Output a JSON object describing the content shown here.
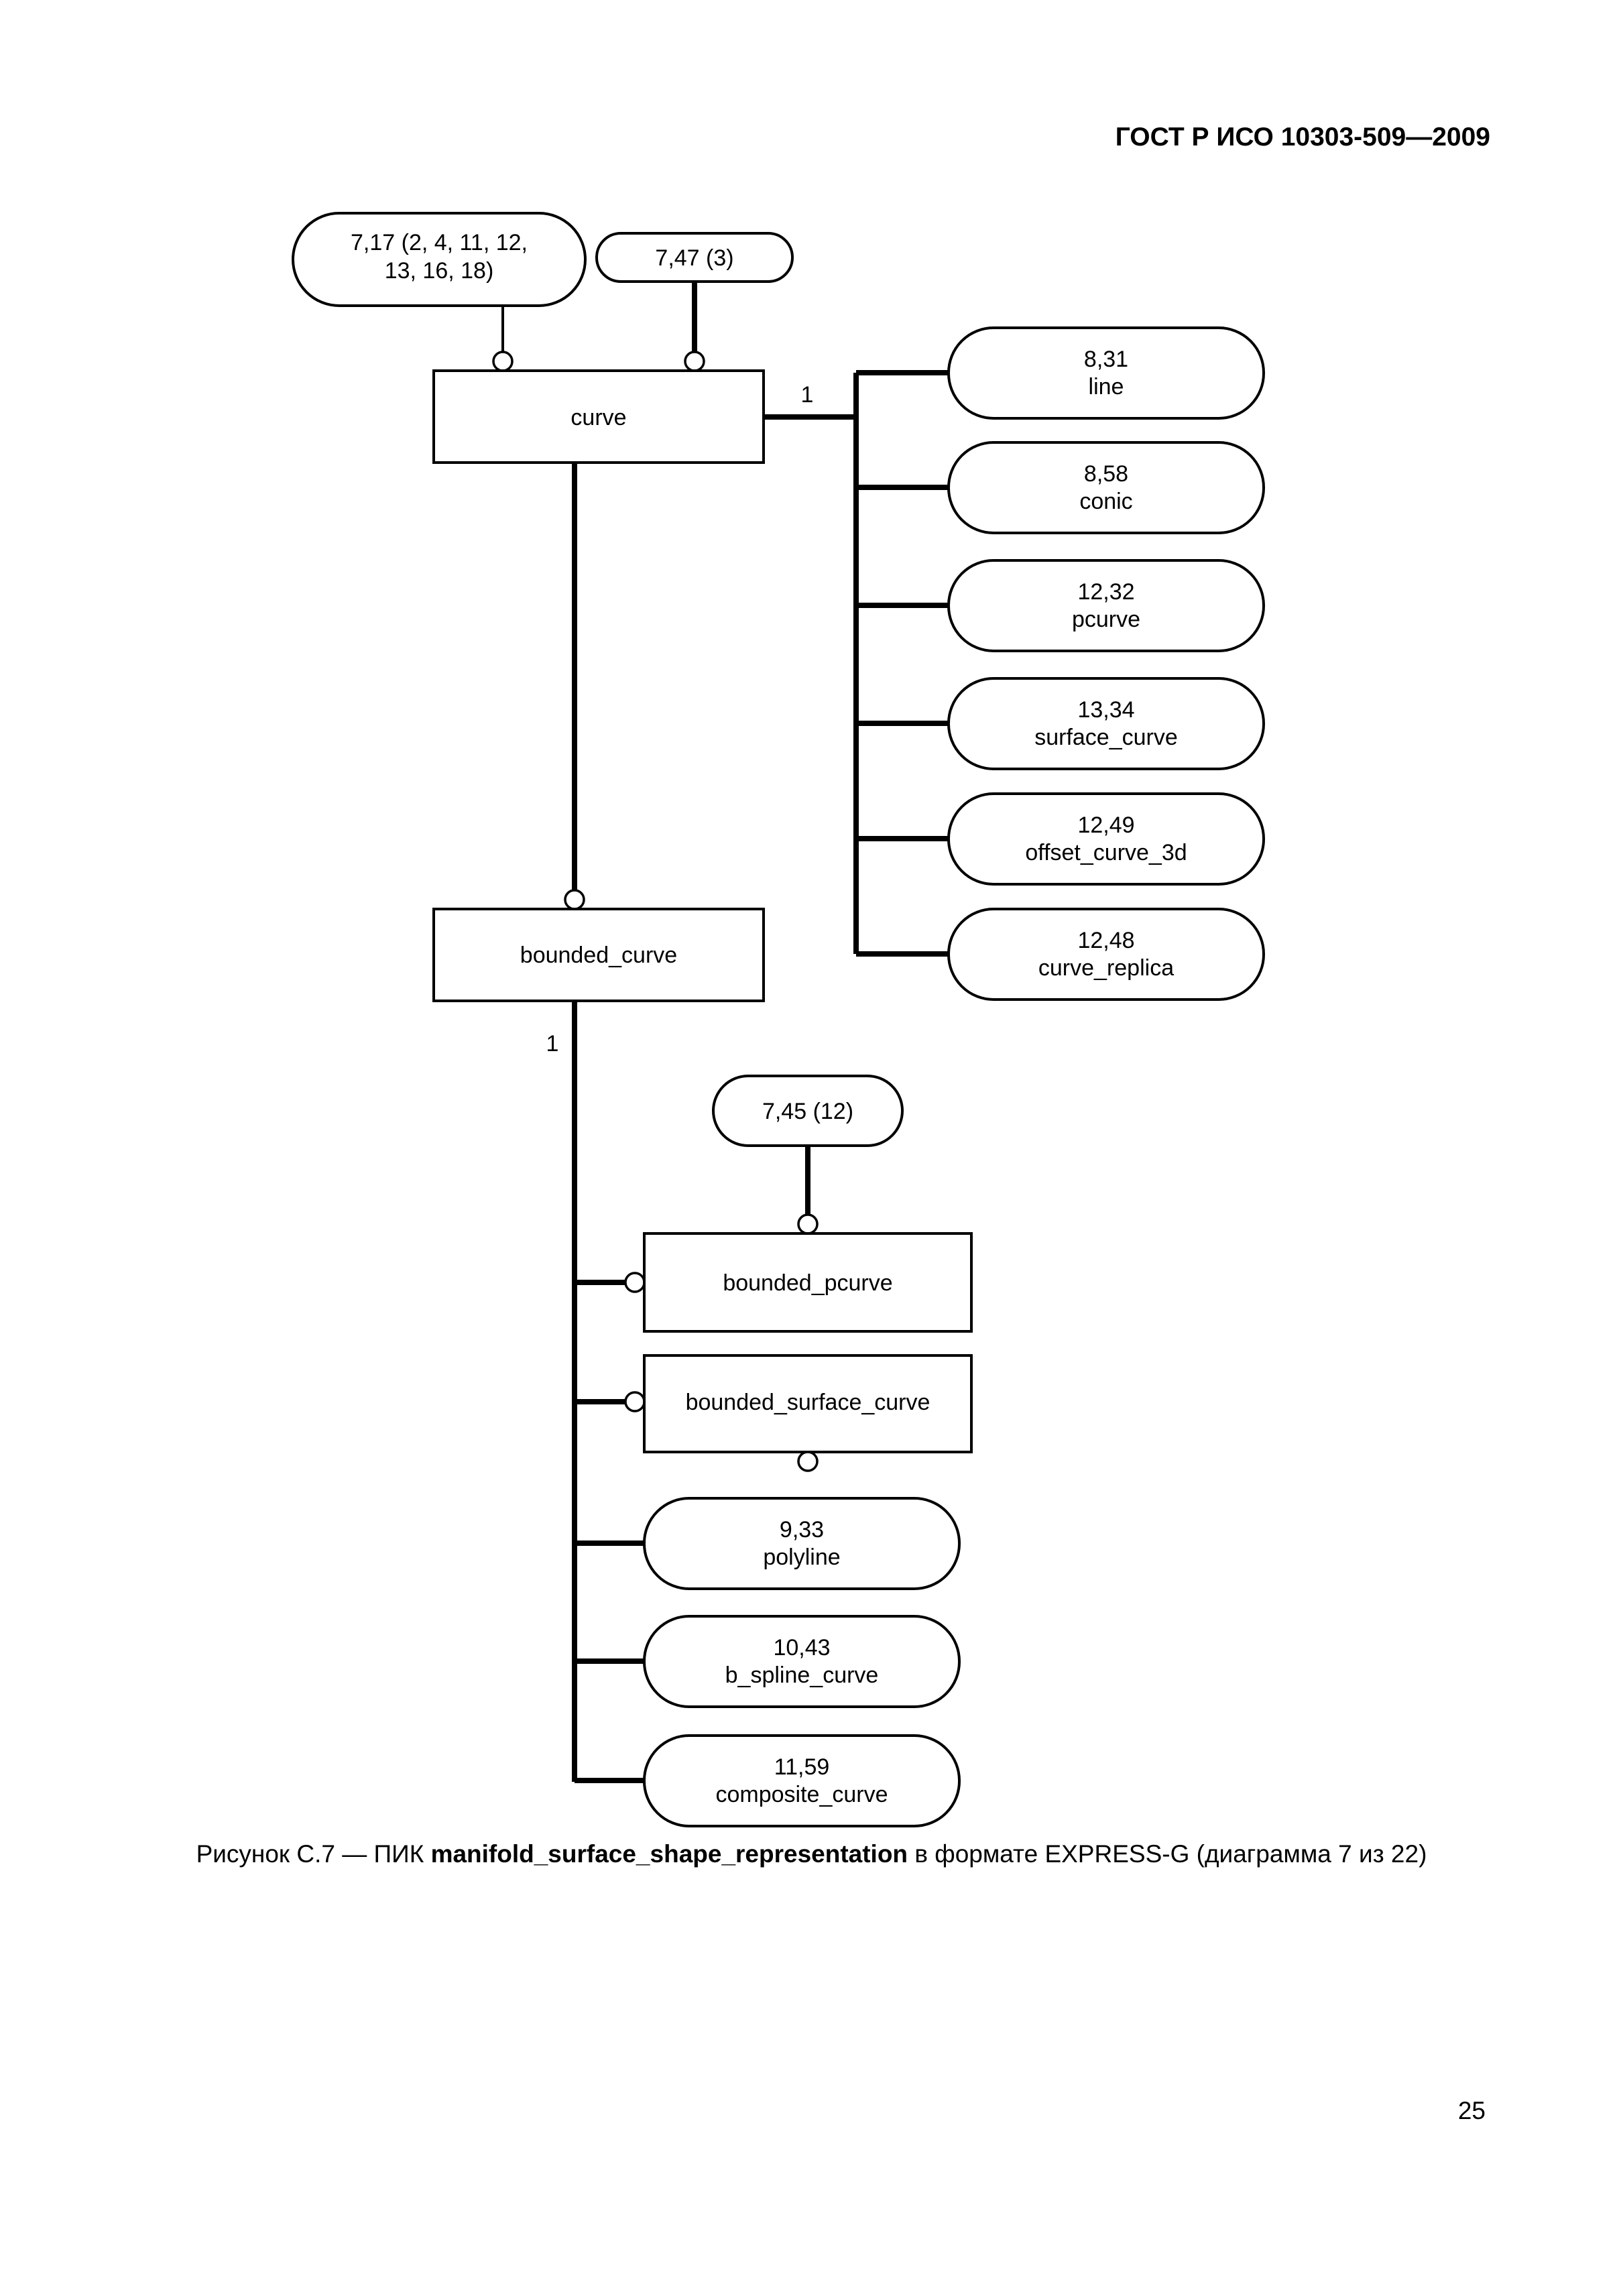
{
  "header": {
    "standard": "ГОСТ Р ИСО 10303-509—2009"
  },
  "diagram": {
    "refs": {
      "top_left": {
        "line1": "7,17 (2, 4, 11, 12,",
        "line2": "13, 16, 18)"
      },
      "top_right": {
        "text": "7,47 (3)"
      },
      "mid": {
        "text": "7,45 (12)"
      }
    },
    "entities": {
      "curve": "curve",
      "bounded_curve": "bounded_curve",
      "bounded_pcurve": "bounded_pcurve",
      "bounded_surface_curve": "bounded_surface_curve"
    },
    "cardinality": {
      "curve_one": "1",
      "bounded_one": "1"
    },
    "curve_subtypes": [
      {
        "ref": "8,31",
        "name": "line"
      },
      {
        "ref": "8,58",
        "name": "conic"
      },
      {
        "ref": "12,32",
        "name": "pcurve"
      },
      {
        "ref": "13,34",
        "name": "surface_curve"
      },
      {
        "ref": "12,49",
        "name": "offset_curve_3d"
      },
      {
        "ref": "12,48",
        "name": "curve_replica"
      }
    ],
    "bounded_subtypes": [
      {
        "ref": "9,33",
        "name": "polyline"
      },
      {
        "ref": "10,43",
        "name": "b_spline_curve"
      },
      {
        "ref": "11,59",
        "name": "composite_curve"
      }
    ]
  },
  "caption": {
    "prefix": "Рисунок С.7 — ПИК ",
    "bold": "manifold_surface_shape_representation",
    "suffix": " в формате EXPRESS-G (диаграмма 7 из 22)"
  },
  "page_number": "25"
}
